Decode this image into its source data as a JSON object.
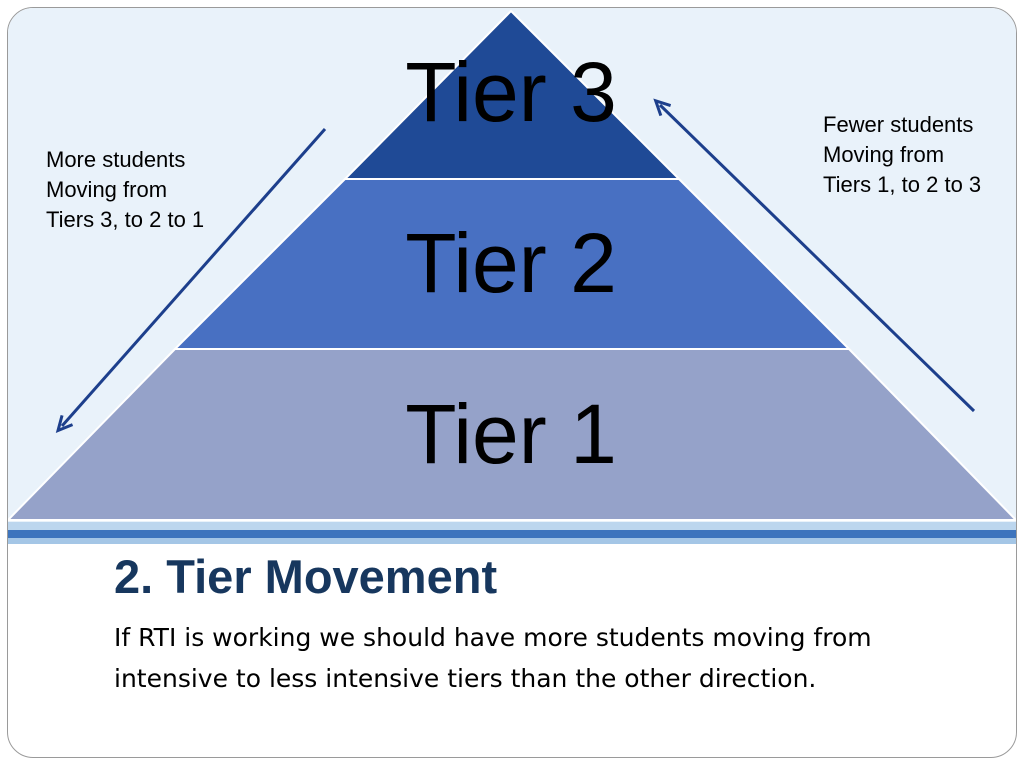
{
  "diagram": {
    "tiers": [
      {
        "label": "Tier 3",
        "color": "#1f4a96"
      },
      {
        "label": "Tier 2",
        "color": "#4870c2"
      },
      {
        "label": "Tier 1",
        "color": "#95a2c9"
      }
    ],
    "left_note": {
      "lines": [
        "More students",
        "Moving from",
        "Tiers 3, to 2 to 1"
      ]
    },
    "right_note": {
      "lines": [
        "Fewer students",
        "Moving from",
        "Tiers 1, to 2 to 3"
      ]
    },
    "arrow_color": "#1d3f8c",
    "arrow_icons": [
      "arrow-down-left-icon",
      "arrow-up-right-icon"
    ]
  },
  "slide": {
    "title": "2. Tier Movement",
    "body": "If RTI is working we should have more students moving from intensive to less intensive tiers than the other direction.",
    "title_color": "#17375e",
    "background_color": "#e9f2fa"
  }
}
